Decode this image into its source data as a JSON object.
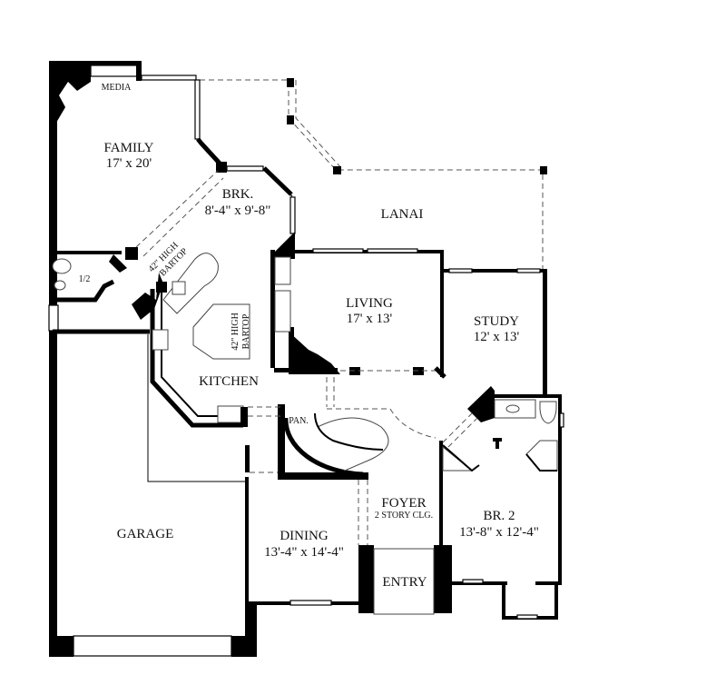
{
  "rooms": {
    "media": {
      "name": "MEDIA"
    },
    "family": {
      "name": "FAMILY",
      "size": "17' x 20'"
    },
    "breakfast": {
      "name": "BRK.",
      "size": "8'-4\" x 9'-8\""
    },
    "lanai": {
      "name": "LANAI"
    },
    "half_bath": {
      "name": "1/2"
    },
    "bartop_upper": {
      "line1": "42\" HIGH",
      "line2": "BARTOP"
    },
    "bartop_island": {
      "line1": "42\" HIGH",
      "line2": "BARTOP"
    },
    "kitchen": {
      "name": "KITCHEN"
    },
    "living": {
      "name": "LIVING",
      "size": "17' x 13'"
    },
    "study": {
      "name": "STUDY",
      "size": "12' x 13'"
    },
    "pantry": {
      "name": "PAN."
    },
    "foyer": {
      "name": "FOYER",
      "note": "2 STORY CLG."
    },
    "garage": {
      "name": "GARAGE"
    },
    "dining": {
      "name": "DINING",
      "size": "13'-4\" x 14'-4\""
    },
    "entry": {
      "name": "ENTRY"
    },
    "bedroom2": {
      "name": "BR. 2",
      "size": "13'-8\" x 12'-4\""
    }
  }
}
